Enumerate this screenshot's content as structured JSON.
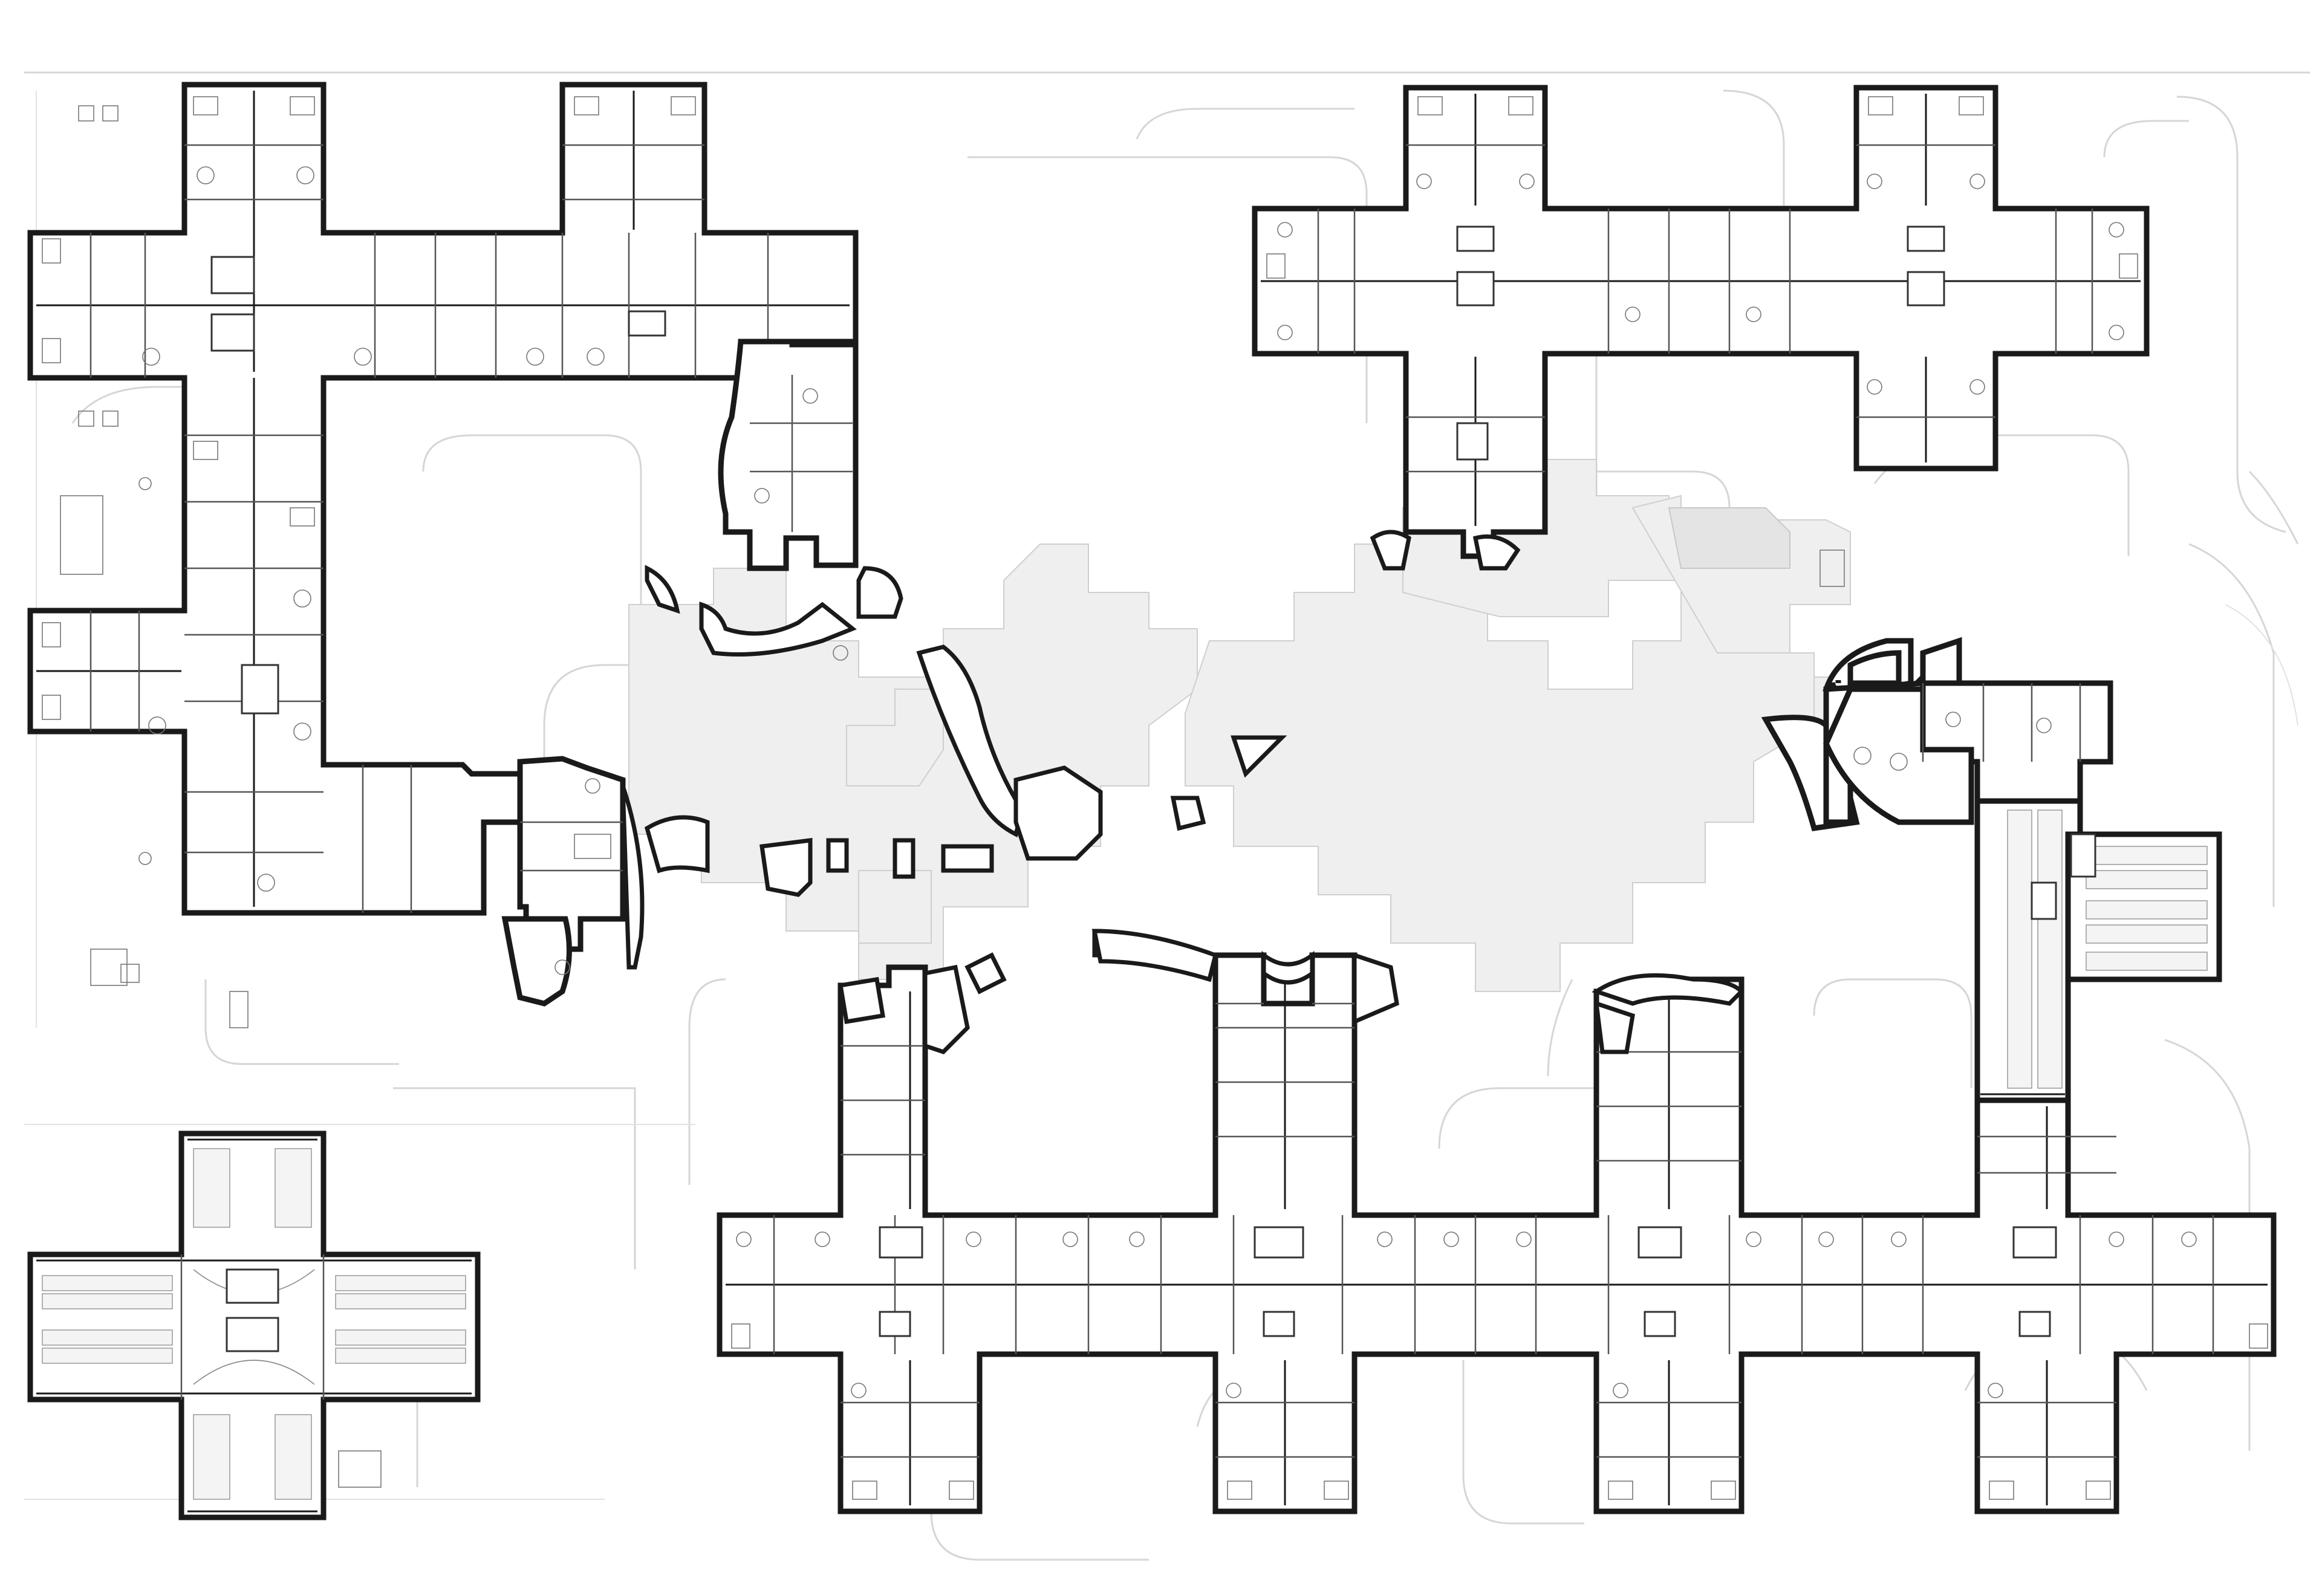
{
  "drawing": {
    "colors": {
      "background": "#ffffff",
      "wall": "#1a1a1a",
      "partition": "#555555",
      "paving": "#efefef",
      "roads": "#d6d6d6"
    }
  },
  "wings": [
    {
      "id": "nw-residential",
      "type": "residential"
    },
    {
      "id": "ne-residential",
      "type": "residential"
    },
    {
      "id": "south-residential",
      "type": "residential"
    },
    {
      "id": "east-parking",
      "type": "parking"
    },
    {
      "id": "sw-parking",
      "type": "parking"
    }
  ]
}
